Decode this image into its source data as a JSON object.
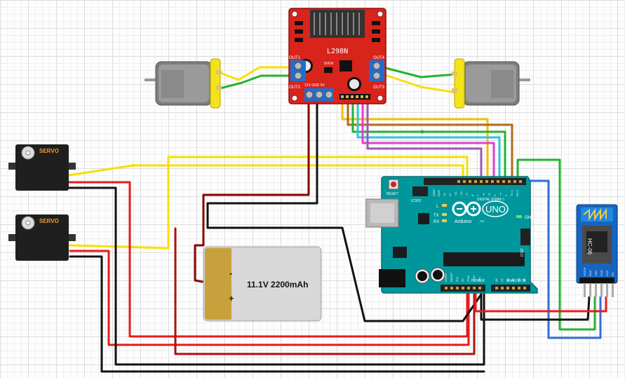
{
  "colors": {
    "board_red": "#d8241b",
    "arduino_teal": "#00979c",
    "motor_gray": "#7d7d7d",
    "motor_yellow": "#f4e21a",
    "servo_black": "#1f1f1f",
    "battery_gold": "#c9a13c",
    "battery_silver": "#cfcfcf",
    "bt_blue": "#1565c0",
    "wire_red": "#e41c1c",
    "wire_dark_red": "#8b0000",
    "wire_black": "#111111",
    "wire_yellow": "#f6e000",
    "wire_green": "#24b233",
    "wire_blue": "#2f6fd6",
    "wire_orange": "#e69a00",
    "wire_cyan": "#2bc6d6",
    "wire_magenta": "#e040d0",
    "wire_purple": "#9a5ab5",
    "wire_brown": "#b06a1e"
  },
  "driver": {
    "chip_label": "L298N",
    "out1": "OUT1",
    "out2": "OUT2",
    "out3": "OUT3",
    "out4": "OUT4",
    "power_labels": "12V GND 5V",
    "jumper_label": "5VEN"
  },
  "servos": [
    {
      "label": "SERVO"
    },
    {
      "label": "SERVO"
    }
  ],
  "battery": {
    "label": "11.1V 2200mAh",
    "minus": "-",
    "plus": "+"
  },
  "arduino": {
    "logo_text": "UNO",
    "brand": "Arduino",
    "tm": "TM",
    "reset": "RESET",
    "icsp2": "ICSP2",
    "icsp": "ICSP",
    "digital_header": "DIGITAL (PWM~)",
    "analog_header": "ANALOG IN",
    "power_header": "POWER",
    "led_l": "L",
    "led_tx": "TX",
    "led_rx": "RX",
    "led_on": "ON",
    "aref": "AREF",
    "gnd": "GND",
    "digital_pins": [
      "13",
      "12",
      "~11",
      "~10",
      "~9",
      "8",
      "7",
      "~6",
      "~5",
      "4",
      "~3",
      "2",
      "TX 1",
      "RX 0"
    ],
    "power_pins": [
      "IOREF",
      "RESET",
      "3V3",
      "5V",
      "GND",
      "GND",
      "VIN"
    ],
    "analog_pins": [
      "A0",
      "A1",
      "A2",
      "A3",
      "A4",
      "A5"
    ]
  },
  "bluetooth": {
    "module_label": "HC-06",
    "pins": [
      "STATE",
      "RXD",
      "TXD",
      "GND",
      "VCC",
      "EN"
    ]
  }
}
